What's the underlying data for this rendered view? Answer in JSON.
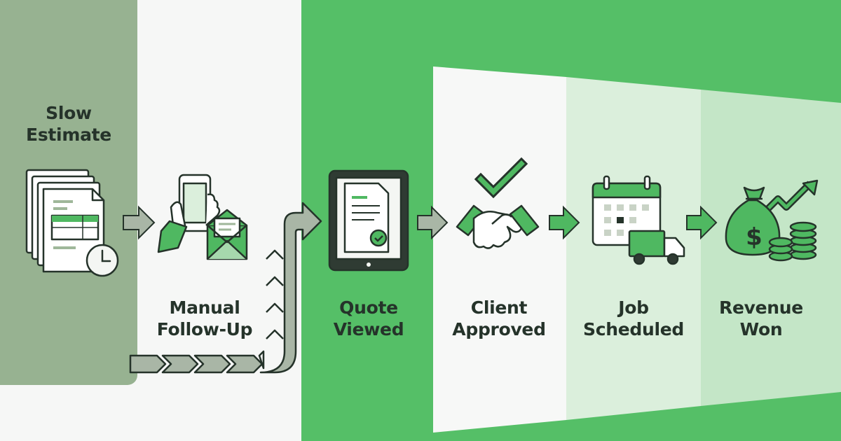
{
  "steps": [
    {
      "id": "slow-estimate",
      "line1": "Slow",
      "line2": "Estimate"
    },
    {
      "id": "manual-follow-up",
      "line1": "Manual",
      "line2": "Follow-Up"
    },
    {
      "id": "quote-viewed",
      "line1": "Quote",
      "line2": "Viewed"
    },
    {
      "id": "client-approved",
      "line1": "Client",
      "line2": "Approved"
    },
    {
      "id": "job-scheduled",
      "line1": "Job",
      "line2": "Scheduled"
    },
    {
      "id": "revenue-won",
      "line1": "Revenue",
      "line2": "Won"
    }
  ],
  "icons": {
    "slow-estimate": "stacked-documents-with-clock-icon",
    "manual-follow-up": "hand-holding-phone-with-envelope-icon",
    "quote-viewed": "tablet-with-document-check-icon",
    "client-approved": "handshake-with-checkmark-icon",
    "job-scheduled": "calendar-with-truck-icon",
    "revenue-won": "money-bag-with-coins-and-arrow-icon"
  },
  "colors": {
    "gray_zone": "#97b291",
    "green_zone": "#55bf67",
    "accent_green": "#4fb861",
    "dark_outline": "#25332a",
    "arrow_gray": "#a9b6a6"
  }
}
